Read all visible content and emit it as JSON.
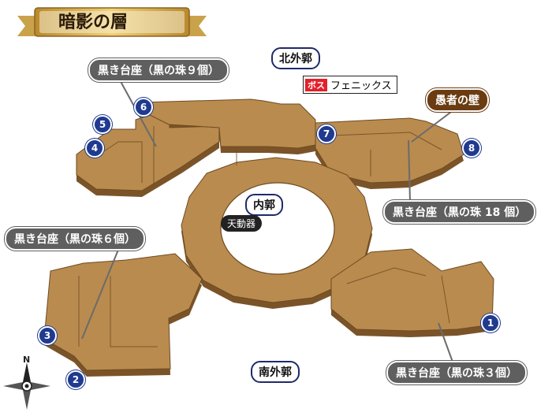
{
  "title": "暗影の層",
  "areas": {
    "north": "北外郭",
    "inner": "内郭",
    "south": "南外郭"
  },
  "device": "天動器",
  "boss": {
    "tag": "ボス",
    "name": "フェニックス"
  },
  "wall": "愚者の壁",
  "pedestals": [
    {
      "text": "黒き台座（黒の珠９個）"
    },
    {
      "text": "黒き台座（黒の珠 18 個）"
    },
    {
      "text": "黒き台座（黒の珠６個）"
    },
    {
      "text": "黒き台座（黒の珠３個）"
    }
  ],
  "markers": [
    "1",
    "2",
    "3",
    "4",
    "5",
    "6",
    "7",
    "8"
  ],
  "compass": {
    "north": "N"
  },
  "colors": {
    "floor_top": "#b98b4e",
    "floor_side": "#7a5428",
    "marker": "#1f3a8f",
    "pill_dark": "#5f5f5f",
    "pill_brown": "#6b3b12",
    "boss_red": "#e3202a"
  }
}
